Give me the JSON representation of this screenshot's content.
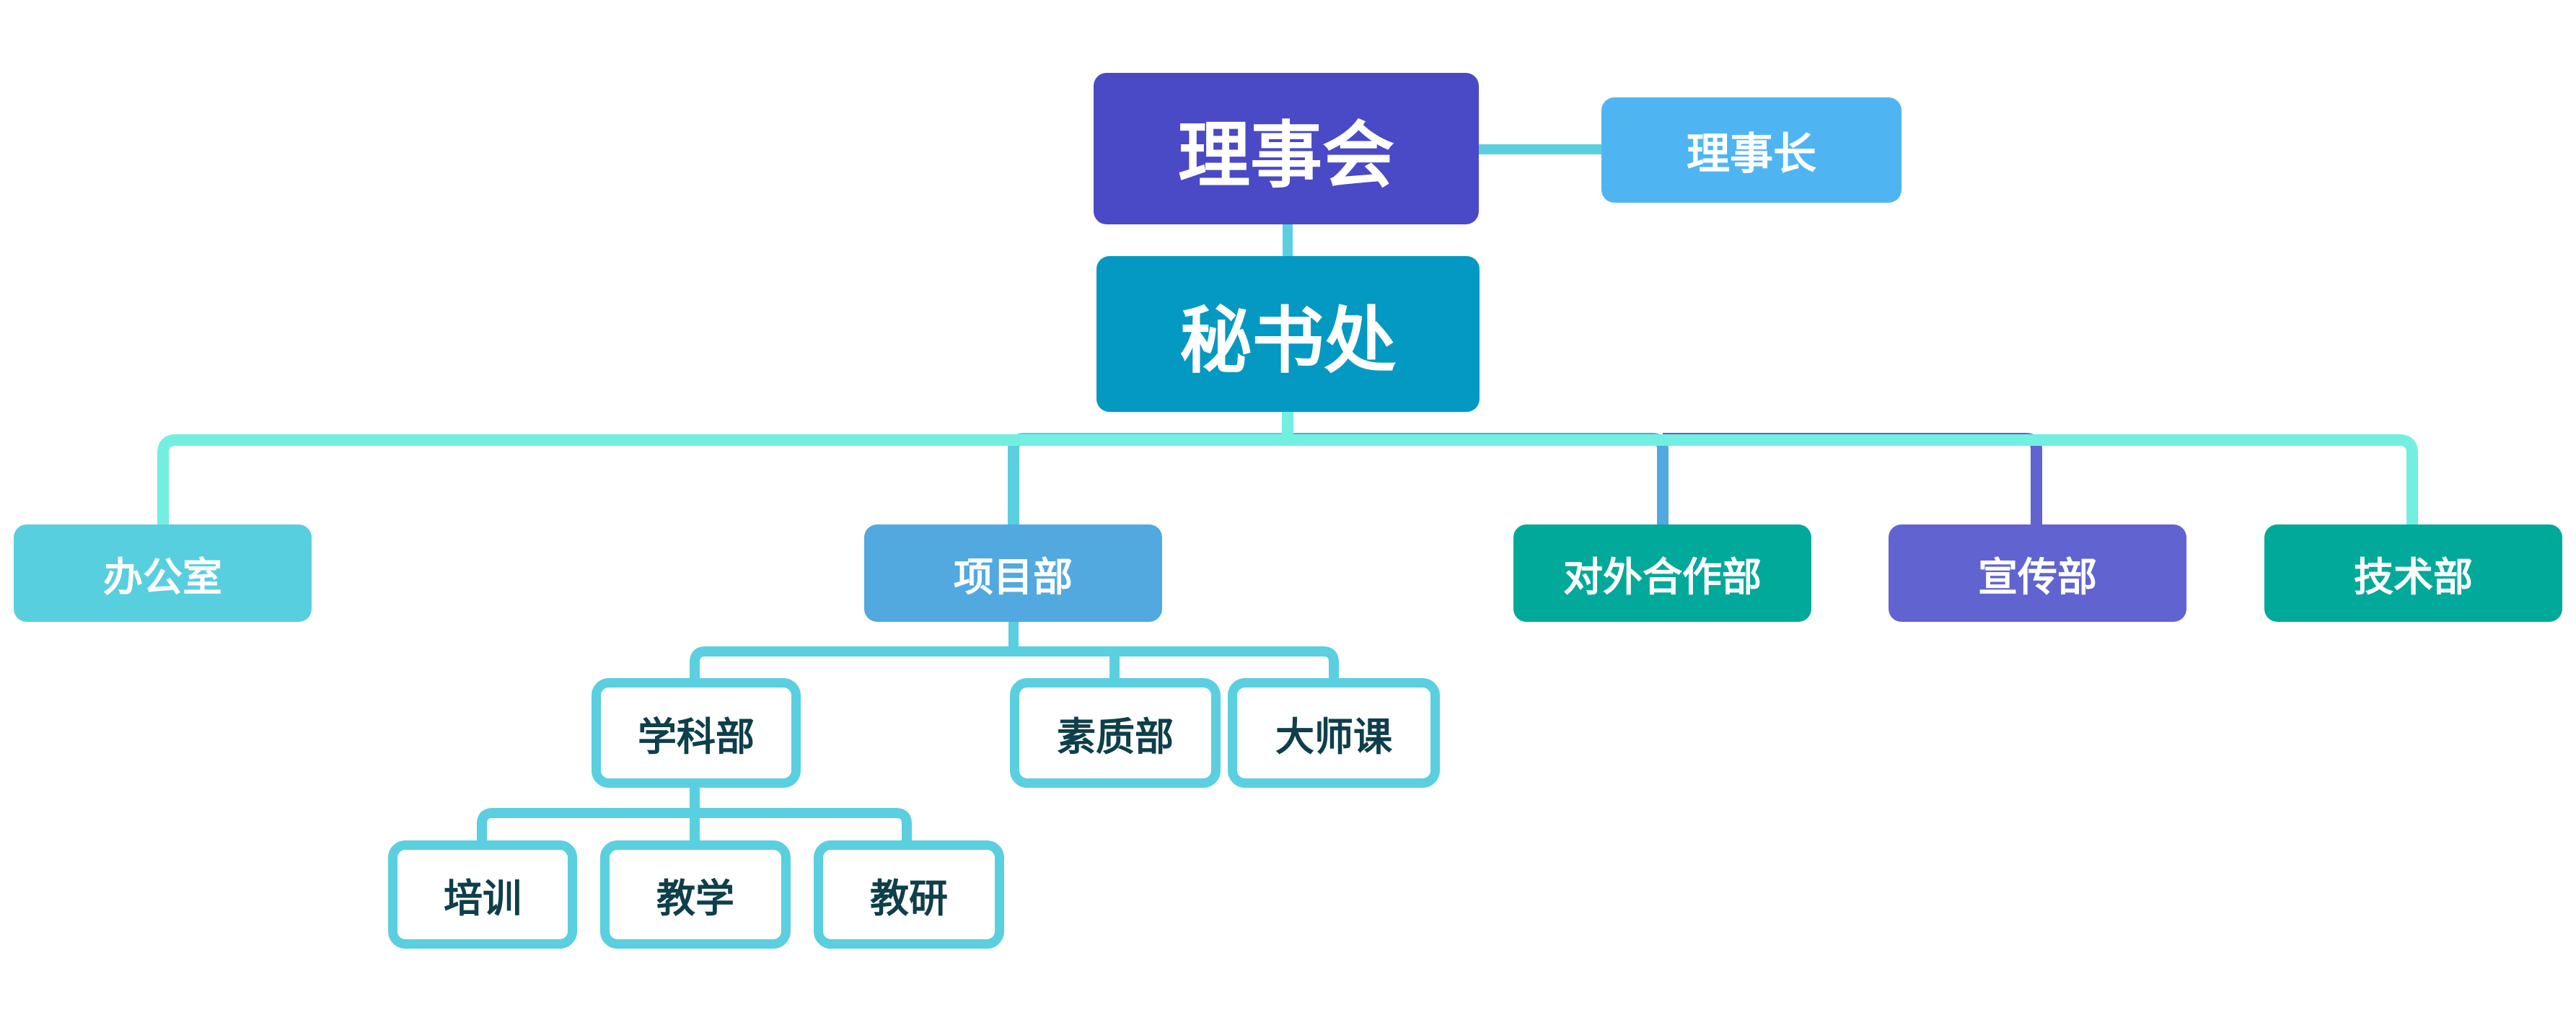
{
  "colors": {
    "board": "#4a49c6",
    "chairman": "#4fb5f2",
    "secretariat": "#0399c2",
    "office": "#58cfdf",
    "projects": "#51a9e0",
    "external": "#00a99a",
    "publicity": "#6163d0",
    "tech": "#00a99a",
    "outline": "#5acfdf",
    "outline_text": "#0e3f4a",
    "line_teal": "#5acfdf",
    "line_mint": "#72efe0",
    "line_blue": "#51a9e0",
    "line_indigo": "#6163d0"
  },
  "org": {
    "board": "理事会",
    "chairman": "理事长",
    "secretariat": "秘书处",
    "office": "办公室",
    "projects": "项目部",
    "external": "对外合作部",
    "publicity": "宣传部",
    "tech": "技术部",
    "projects_children": {
      "subjects": "学科部",
      "quality": "素质部",
      "masterclass": "大师课"
    },
    "subjects_children": {
      "training": "培训",
      "teaching": "教学",
      "research": "教研"
    }
  }
}
